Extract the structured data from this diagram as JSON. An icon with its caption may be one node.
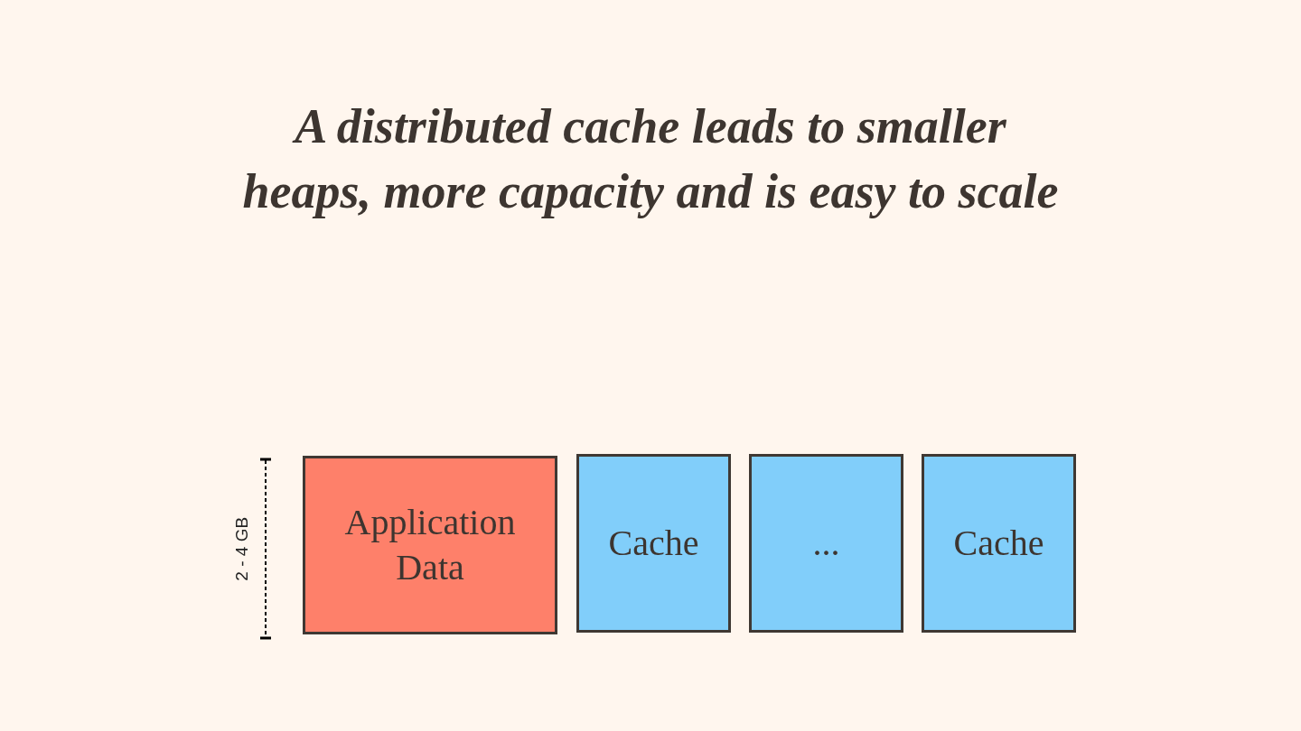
{
  "diagram": {
    "title": "A distributed cache leads to smaller heaps, more capacity and is easy to scale",
    "nodes": [
      {
        "text": [
          "Application Data"
        ]
      },
      {
        "text": [
          "Cache"
        ]
      },
      {
        "text": [
          "..."
        ]
      },
      {
        "text": [
          "Cache"
        ]
      }
    ],
    "labels": [
      "2 - 4 GB"
    ]
  }
}
